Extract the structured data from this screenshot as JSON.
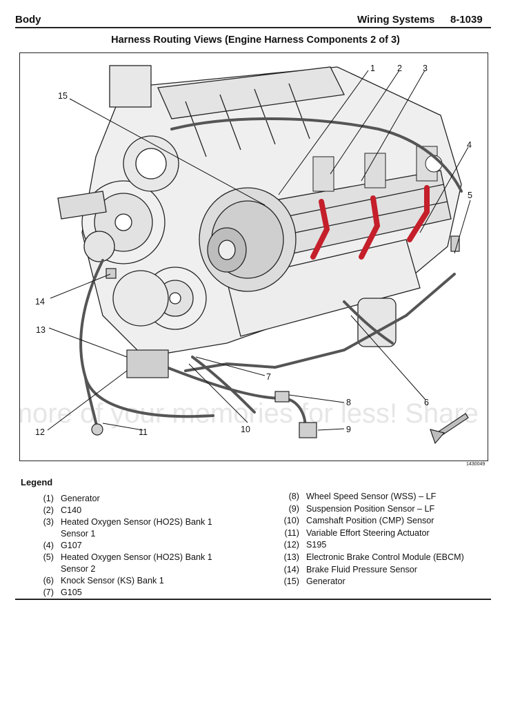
{
  "header": {
    "section": "Body",
    "chapter": "Wiring Systems",
    "page": "8-1039"
  },
  "figure": {
    "title": "Harness Routing Views (Engine Harness Components 2 of 3)",
    "figure_id": "1430049",
    "watermark": "Protect more of your memories for less! Share privately.",
    "callouts": [
      "1",
      "2",
      "3",
      "4",
      "5",
      "6",
      "7",
      "8",
      "9",
      "10",
      "11",
      "12",
      "13",
      "14",
      "15"
    ]
  },
  "legend": {
    "title": "Legend",
    "left": [
      {
        "num": "(1)",
        "text": "Generator"
      },
      {
        "num": "(2)",
        "text": "C140"
      },
      {
        "num": "(3)",
        "text": "Heated Oxygen Sensor (HO2S) Bank 1 Sensor 1"
      },
      {
        "num": "(4)",
        "text": "G107"
      },
      {
        "num": "(5)",
        "text": "Heated Oxygen Sensor (HO2S) Bank 1 Sensor 2"
      },
      {
        "num": "(6)",
        "text": "Knock Sensor (KS) Bank 1"
      },
      {
        "num": "(7)",
        "text": "G105"
      }
    ],
    "right": [
      {
        "num": "(8)",
        "text": "Wheel Speed Sensor (WSS) – LF"
      },
      {
        "num": "(9)",
        "text": "Suspension Position Sensor – LF"
      },
      {
        "num": "(10)",
        "text": "Camshaft Position (CMP) Sensor"
      },
      {
        "num": "(11)",
        "text": "Variable Effort Steering Actuator"
      },
      {
        "num": "(12)",
        "text": "S195"
      },
      {
        "num": "(13)",
        "text": "Electronic Brake Control Module (EBCM)"
      },
      {
        "num": "(14)",
        "text": "Brake Fluid Pressure Sensor"
      },
      {
        "num": "(15)",
        "text": "Generator"
      }
    ]
  },
  "colors": {
    "ink": "#111111",
    "highlight": "#c41f2a",
    "harness": "#555555"
  }
}
